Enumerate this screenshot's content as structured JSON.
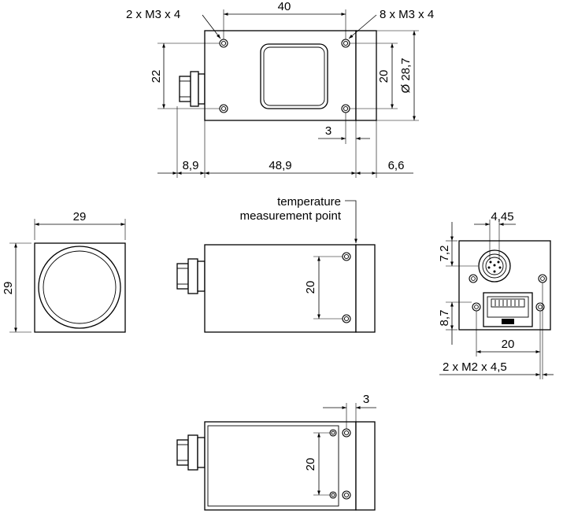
{
  "top_view": {
    "callout_left_holes": "2 x M3 x 4",
    "callout_right_holes": "8 x M3 x 4",
    "dim_hole_spacing_width": "40",
    "dim_hole_spacing_height": "22",
    "dim_side_hole_spacing": "20",
    "dim_diameter": "Ø 28,7",
    "dim_edge_offset": "3",
    "dim_connector_length": "8,9",
    "dim_body_length": "48,9",
    "dim_front_length": "6,6"
  },
  "front_view": {
    "dim_width": "29",
    "dim_height": "29"
  },
  "side_view": {
    "label_line1": "temperature",
    "label_line2": "measurement point",
    "dim_hole_spacing": "20"
  },
  "rear_view": {
    "dim_connector_offset_x": "4,45",
    "dim_connector_offset_y": "7,2",
    "dim_port_offset_y": "8,7",
    "dim_hole_spacing": "20",
    "callout_holes": "2 x M2 x 4,5"
  },
  "bottom_view": {
    "dim_edge_offset": "3",
    "dim_hole_spacing": "20"
  }
}
